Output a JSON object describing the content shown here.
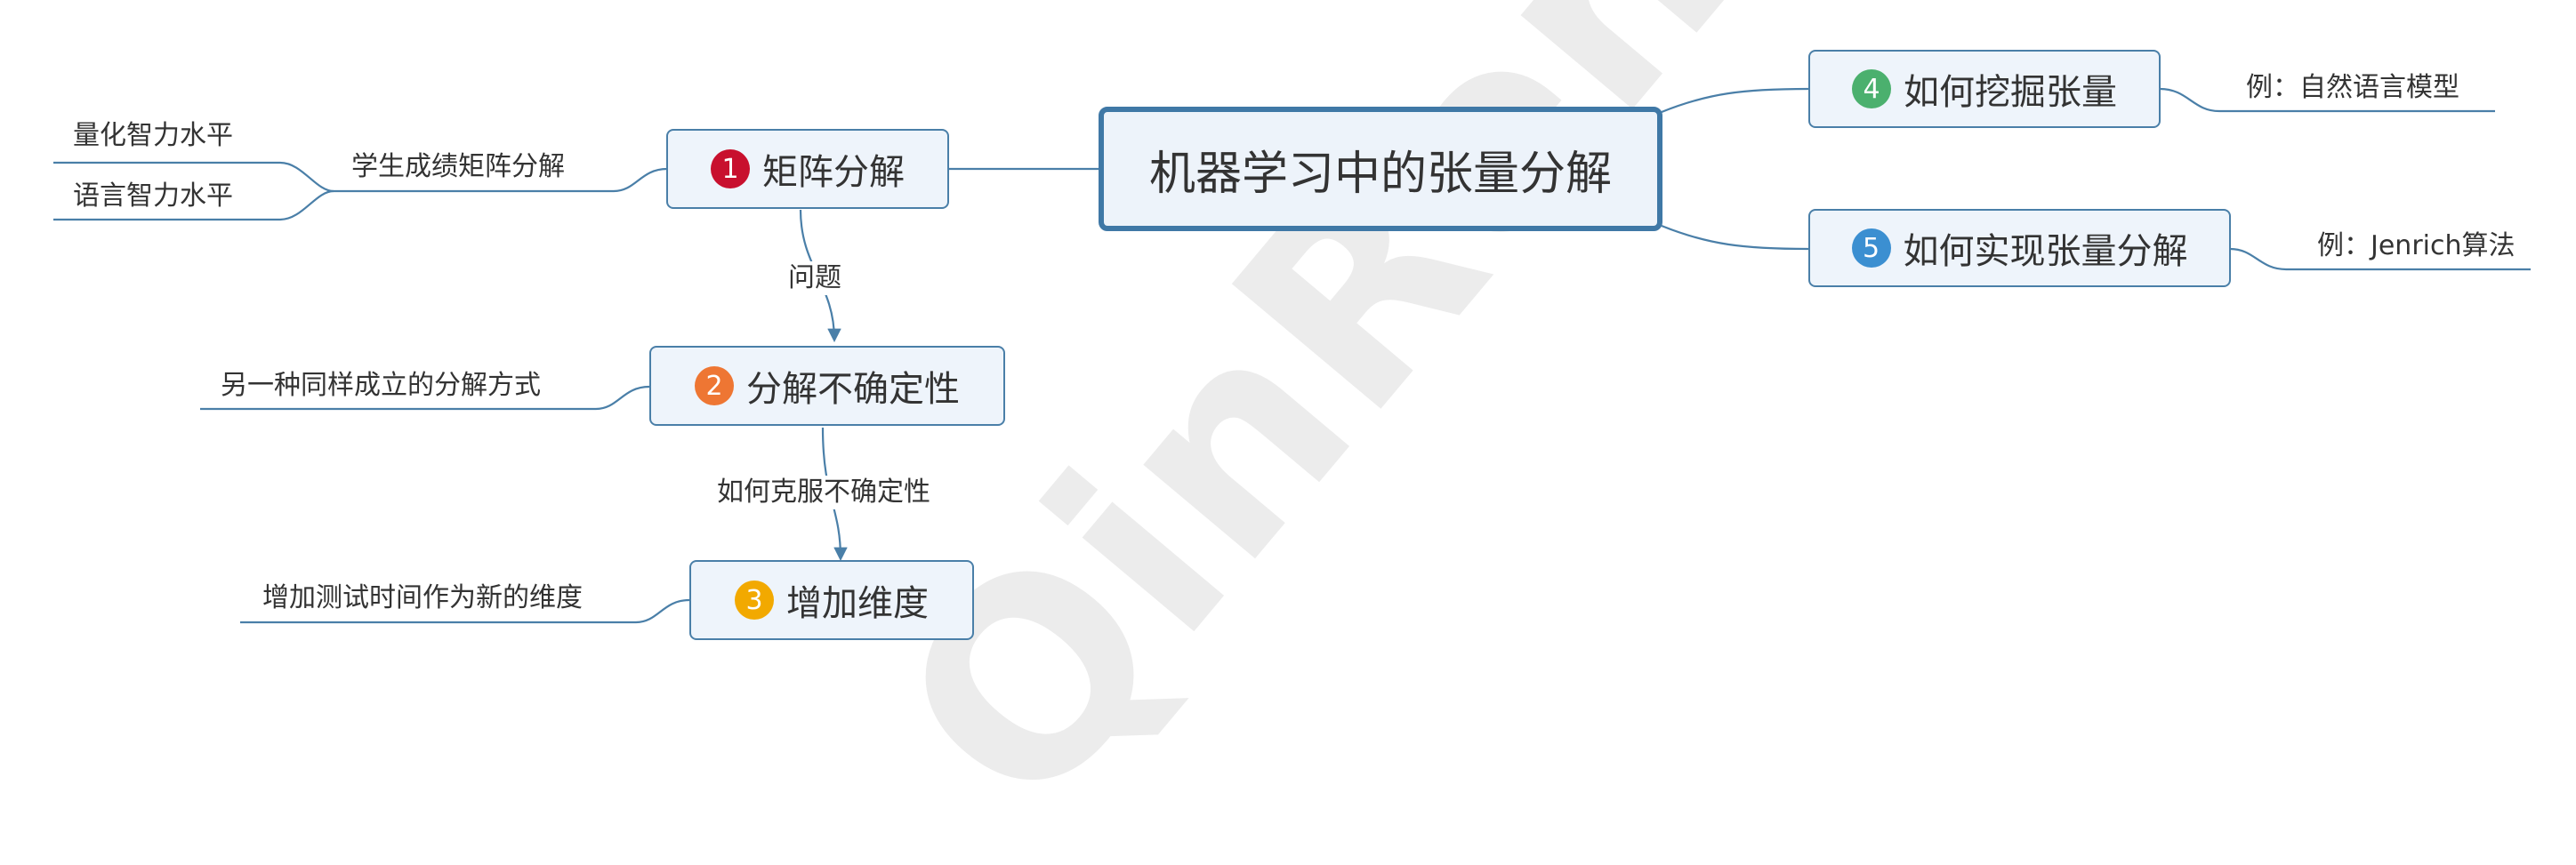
{
  "watermark": "QinRen",
  "central": {
    "label": "机器学习中的张量分解"
  },
  "topics": [
    {
      "num": "1",
      "label": "矩阵分解",
      "color": "#c8102e"
    },
    {
      "num": "2",
      "label": "分解不确定性",
      "color": "#ee7633"
    },
    {
      "num": "3",
      "label": "增加维度",
      "color": "#f2a900"
    },
    {
      "num": "4",
      "label": "如何挖掘张量",
      "color": "#4bb06e"
    },
    {
      "num": "5",
      "label": "如何实现张量分解",
      "color": "#3b8fd1"
    }
  ],
  "subs": {
    "matrix_example": "学生成绩矩阵分解",
    "quant": "量化智力水平",
    "verbal": "语言智力水平",
    "alt_decomp": "另一种同样成立的分解方式",
    "add_time": "增加测试时间作为新的维度",
    "nlp_example": "例：自然语言模型",
    "jenrich": "例：Jenrich算法"
  },
  "edges": {
    "problem": "问题",
    "overcome": "如何克服不确定性"
  }
}
